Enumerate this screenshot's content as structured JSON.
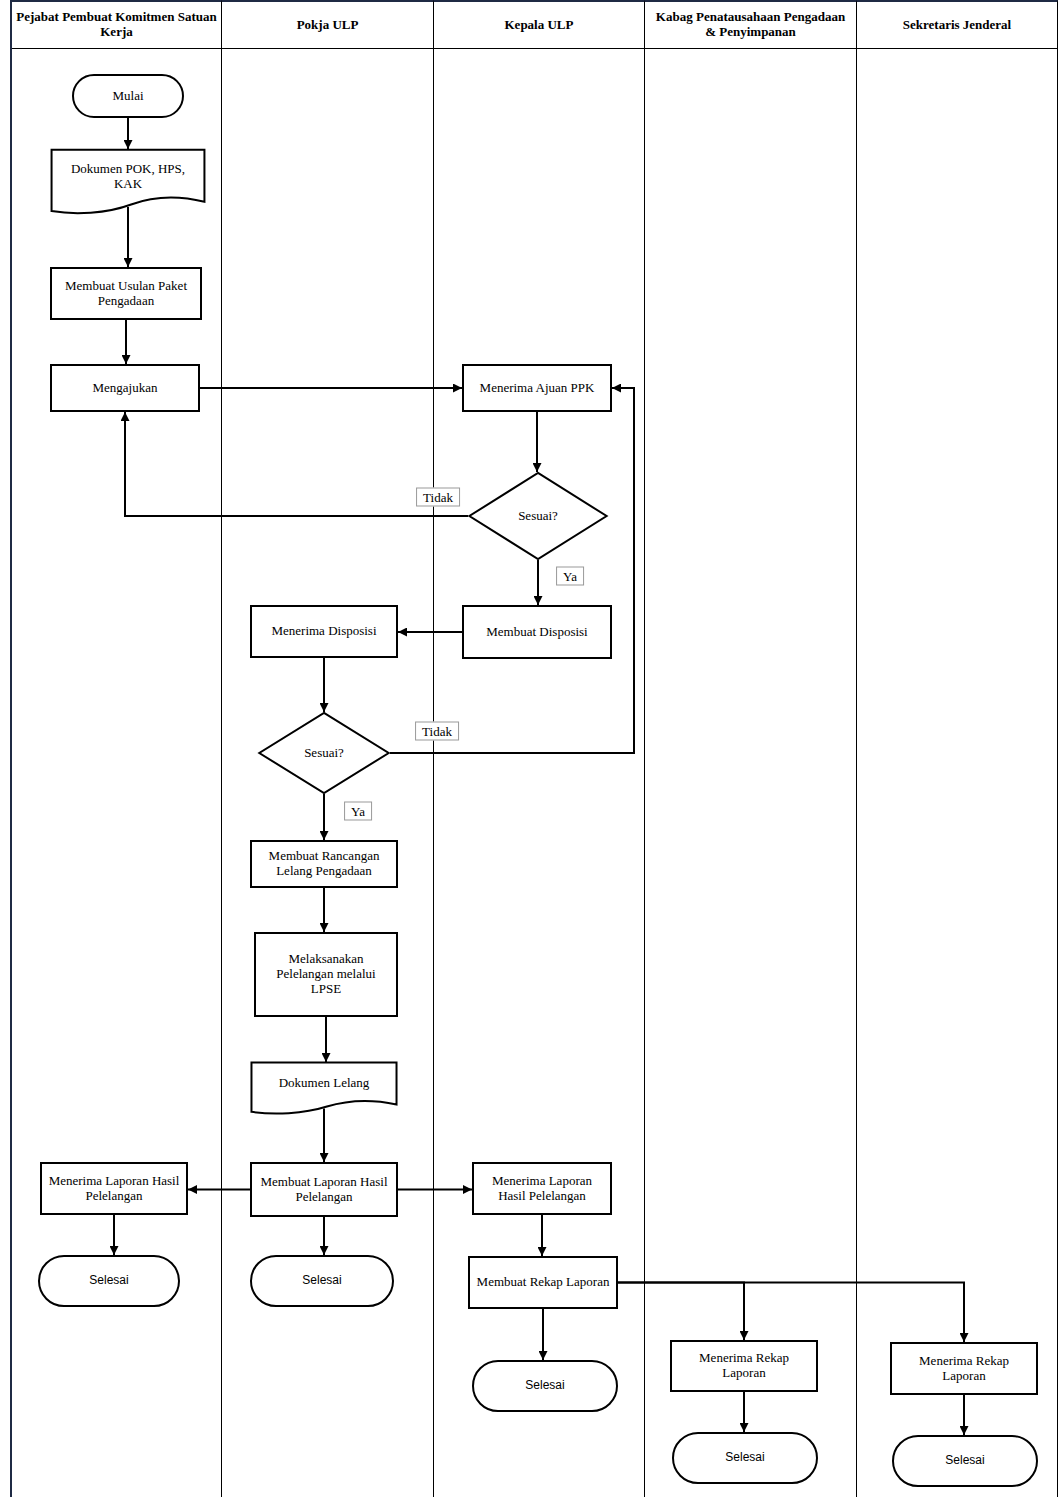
{
  "diagram": {
    "nodes": [
      {
        "text": [
          "Pejabat Pembuat Komitmen Satuan Kerja"
        ]
      },
      {
        "text": [
          "Pokja ULP"
        ]
      },
      {
        "text": [
          "Kepala ULP"
        ]
      },
      {
        "text": [
          "Kabag Penatausahaan Pengadaan & Penyimpanan"
        ]
      },
      {
        "text": [
          "Sekretaris Jenderal"
        ]
      },
      {
        "text": [
          "Mulai"
        ],
        "in": 0
      },
      {
        "text": [
          "Dokumen POK, HPS, KAK"
        ],
        "in": 0
      },
      {
        "text": [
          "Membuat Usulan Paket Pengadaan"
        ],
        "in": 0
      },
      {
        "text": [
          "Mengajukan"
        ],
        "in": 0
      },
      {
        "text": [
          "Menerima Ajuan PPK"
        ],
        "in": 2
      },
      {
        "text": [
          "Sesuai?"
        ],
        "in": 2
      },
      {
        "text": [
          "Membuat Disposisi"
        ],
        "in": 2
      },
      {
        "text": [
          "Menerima Disposisi"
        ],
        "in": 1
      },
      {
        "text": [
          "Sesuai?"
        ],
        "in": 1
      },
      {
        "text": [
          "Membuat Rancangan Lelang Pengadaan"
        ],
        "in": 1
      },
      {
        "text": [
          "Melaksanakan Pelelangan melalui LPSE"
        ],
        "in": 1
      },
      {
        "text": [
          "Dokumen Lelang"
        ],
        "in": 1
      },
      {
        "text": [
          "Membuat Laporan Hasil Pelelangan"
        ],
        "in": 1
      },
      {
        "text": [
          "Menerima Laporan Hasil Pelelangan"
        ],
        "in": 0
      },
      {
        "text": [
          "Menerima Laporan Hasil Pelelangan"
        ],
        "in": 2
      },
      {
        "text": [
          "Selesai"
        ],
        "in": 0
      },
      {
        "text": [
          "Selesai"
        ],
        "in": 1
      },
      {
        "text": [
          "Membuat Rekap Laporan"
        ],
        "in": 2
      },
      {
        "text": [
          "Selesai"
        ],
        "in": 2
      },
      {
        "text": [
          "Menerima Rekap Laporan"
        ],
        "in": 3
      },
      {
        "text": [
          "Selesai"
        ],
        "in": 3
      },
      {
        "text": [
          "Menerima Rekap Laporan"
        ],
        "in": 4
      },
      {
        "text": [
          "Selesai"
        ],
        "in": 4
      }
    ],
    "edges": [
      {
        "from": 5,
        "to": 6,
        "arrow": "to"
      },
      {
        "from": 6,
        "to": 7,
        "arrow": "to"
      },
      {
        "from": 7,
        "to": 8,
        "arrow": "to"
      },
      {
        "from": 8,
        "to": 9,
        "arrow": "to"
      },
      {
        "from": 9,
        "to": 10,
        "arrow": "to"
      },
      {
        "from": 10,
        "to": 8,
        "label": "Tidak",
        "arrow": "to"
      },
      {
        "from": 10,
        "to": 11,
        "label": "Ya",
        "arrow": "to"
      },
      {
        "from": 11,
        "to": 12,
        "arrow": "to"
      },
      {
        "from": 12,
        "to": 13,
        "arrow": "to"
      },
      {
        "from": 13,
        "to": 9,
        "label": "Tidak",
        "arrow": "to"
      },
      {
        "from": 13,
        "to": 14,
        "label": "Ya",
        "arrow": "to"
      },
      {
        "from": 14,
        "to": 15,
        "arrow": "to"
      },
      {
        "from": 15,
        "to": 16,
        "arrow": "to"
      },
      {
        "from": 16,
        "to": 17,
        "arrow": "to"
      },
      {
        "from": 17,
        "to": 18,
        "arrow": "to"
      },
      {
        "from": 17,
        "to": 19,
        "arrow": "to"
      },
      {
        "from": 17,
        "to": 21,
        "arrow": "to"
      },
      {
        "from": 18,
        "to": 20,
        "arrow": "to"
      },
      {
        "from": 19,
        "to": 22,
        "arrow": "to"
      },
      {
        "from": 22,
        "to": 23,
        "arrow": "to"
      },
      {
        "from": 22,
        "to": 24,
        "arrow": "to"
      },
      {
        "from": 22,
        "to": 26,
        "arrow": "to"
      },
      {
        "from": 24,
        "to": 25,
        "arrow": "to"
      },
      {
        "from": 26,
        "to": 27,
        "arrow": "to"
      }
    ]
  }
}
